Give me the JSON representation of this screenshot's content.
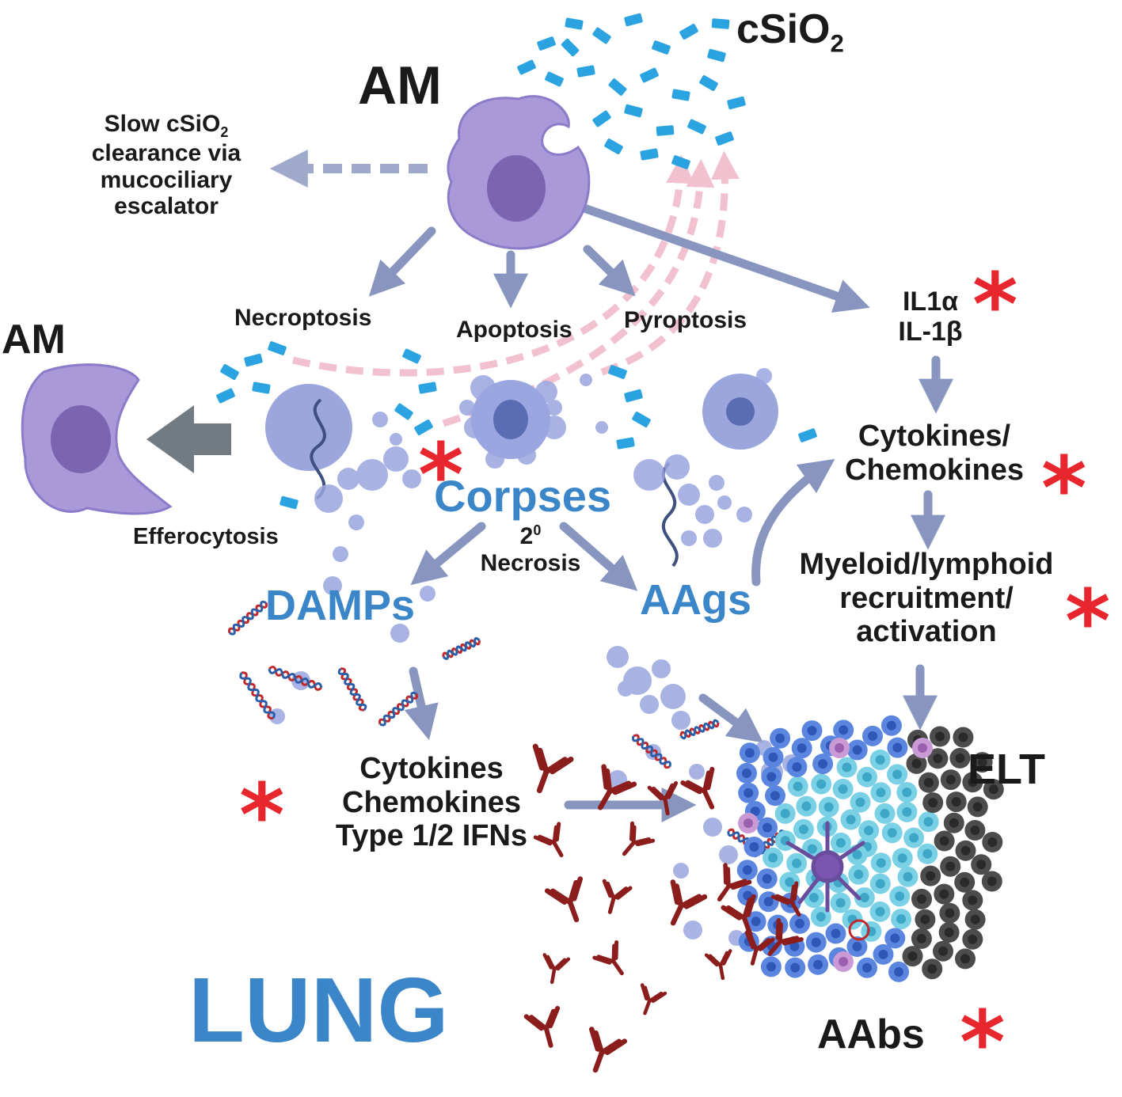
{
  "title_main": "AM",
  "title_am_left": "AM",
  "silica": {
    "base": "cSiO",
    "sub": "2"
  },
  "clearance": {
    "line1_base": "Slow cSiO",
    "line1_sub": "2",
    "line2": "clearance via",
    "line3": "mucociliary",
    "line4": "escalator"
  },
  "death_modes": [
    "Necroptosis",
    "Apoptosis",
    "Pyroptosis"
  ],
  "efferocytosis": "Efferocytosis",
  "corpses": "Corpses",
  "secondary_necrosis": {
    "base": "2",
    "sup": "0",
    "word": "Necrosis"
  },
  "damps": "DAMPs",
  "aags": "AAgs",
  "il": [
    "IL1α",
    "IL-1β"
  ],
  "right_cyto": [
    "Cytokines/",
    "Chemokines"
  ],
  "myeloid": [
    "Myeloid/lymphoid",
    "recruitment/",
    "activation"
  ],
  "bottom_cyto": [
    "Cytokines",
    "Chemokines",
    "Type 1/2 IFNs"
  ],
  "elt": "ELT",
  "aabs": "AAbs",
  "lung": "LUNG",
  "star_glyph": "*",
  "colors": {
    "accent_blue": "#3b86c8",
    "star_red": "#e8262d",
    "arrow": "#8896bf",
    "cell_purple": "#a999d9",
    "nucleus": "#7b64b0",
    "silica": "#2aa3e0",
    "antibody": "#8b1d1d",
    "pink_dash": "#f2c1cf"
  }
}
